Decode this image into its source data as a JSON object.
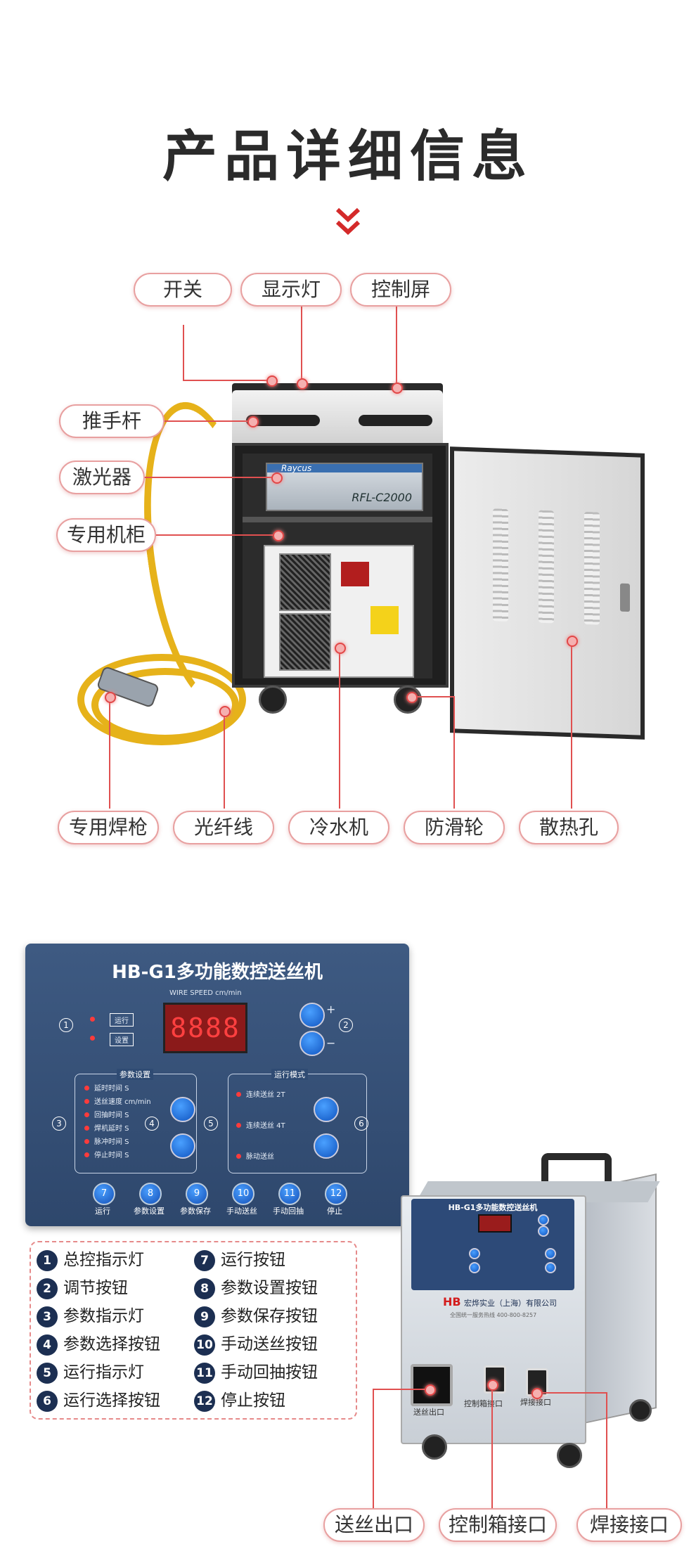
{
  "title": "产品详细信息",
  "labels": {
    "switch": "开关",
    "indicator": "显示灯",
    "control_screen": "控制屏",
    "push_handle": "推手杆",
    "laser": "激光器",
    "cabinet": "专用机柜",
    "gun": "专用焊枪",
    "fiber": "光纤线",
    "chiller": "冷水机",
    "wheel": "防滑轮",
    "vent": "散热孔"
  },
  "laser_unit": {
    "brand": "Raycus",
    "model": "RFL-C2000"
  },
  "panel": {
    "title": "HB-G1多功能数控送丝机",
    "wire_speed": "WIRE SPEED cm/min",
    "display": "8888",
    "run": "运行",
    "setup": "设置",
    "group_params": "参数设置",
    "group_mode": "运行模式",
    "params": [
      "延时时间 S",
      "送丝速度 cm/min",
      "回抽时间 S",
      "焊机延时 S",
      "脉冲时间 S",
      "停止时间 S"
    ],
    "modes": [
      "连续送丝 2T",
      "连续送丝 4T",
      "脉动送丝"
    ],
    "buttons": [
      {
        "n": "7",
        "label": "运行"
      },
      {
        "n": "8",
        "label": "参数设置"
      },
      {
        "n": "9",
        "label": "参数保存"
      },
      {
        "n": "10",
        "label": "手动送丝"
      },
      {
        "n": "11",
        "label": "手动回抽"
      },
      {
        "n": "12",
        "label": "停止"
      }
    ]
  },
  "legend": [
    {
      "n": "1",
      "text": "总控指示灯"
    },
    {
      "n": "2",
      "text": "调节按钮"
    },
    {
      "n": "3",
      "text": "参数指示灯"
    },
    {
      "n": "4",
      "text": "参数选择按钮"
    },
    {
      "n": "5",
      "text": "运行指示灯"
    },
    {
      "n": "6",
      "text": "运行选择按钮"
    },
    {
      "n": "7",
      "text": "运行按钮"
    },
    {
      "n": "8",
      "text": "参数设置按钮"
    },
    {
      "n": "9",
      "text": "参数保存按钮"
    },
    {
      "n": "10",
      "text": "手动送丝按钮"
    },
    {
      "n": "11",
      "text": "手动回抽按钮"
    },
    {
      "n": "12",
      "text": "停止按钮"
    }
  ],
  "feeder": {
    "panel_title": "HB-G1多功能数控送丝机",
    "company": "宏烨实业（上海）有限公司",
    "hotline": "全国统一服务热线 400-800-8257",
    "brand": "HB",
    "port_wire_print": "送丝出口",
    "port_box_print": "控制箱接口",
    "port_weld_print": "焊接接口"
  },
  "feeder_labels": {
    "wire_out": "送丝出口",
    "control_box": "控制箱接口",
    "weld": "焊接接口"
  },
  "colors": {
    "accent": "#e24747",
    "panel": "#2e476c",
    "cable": "#e6b21a"
  }
}
